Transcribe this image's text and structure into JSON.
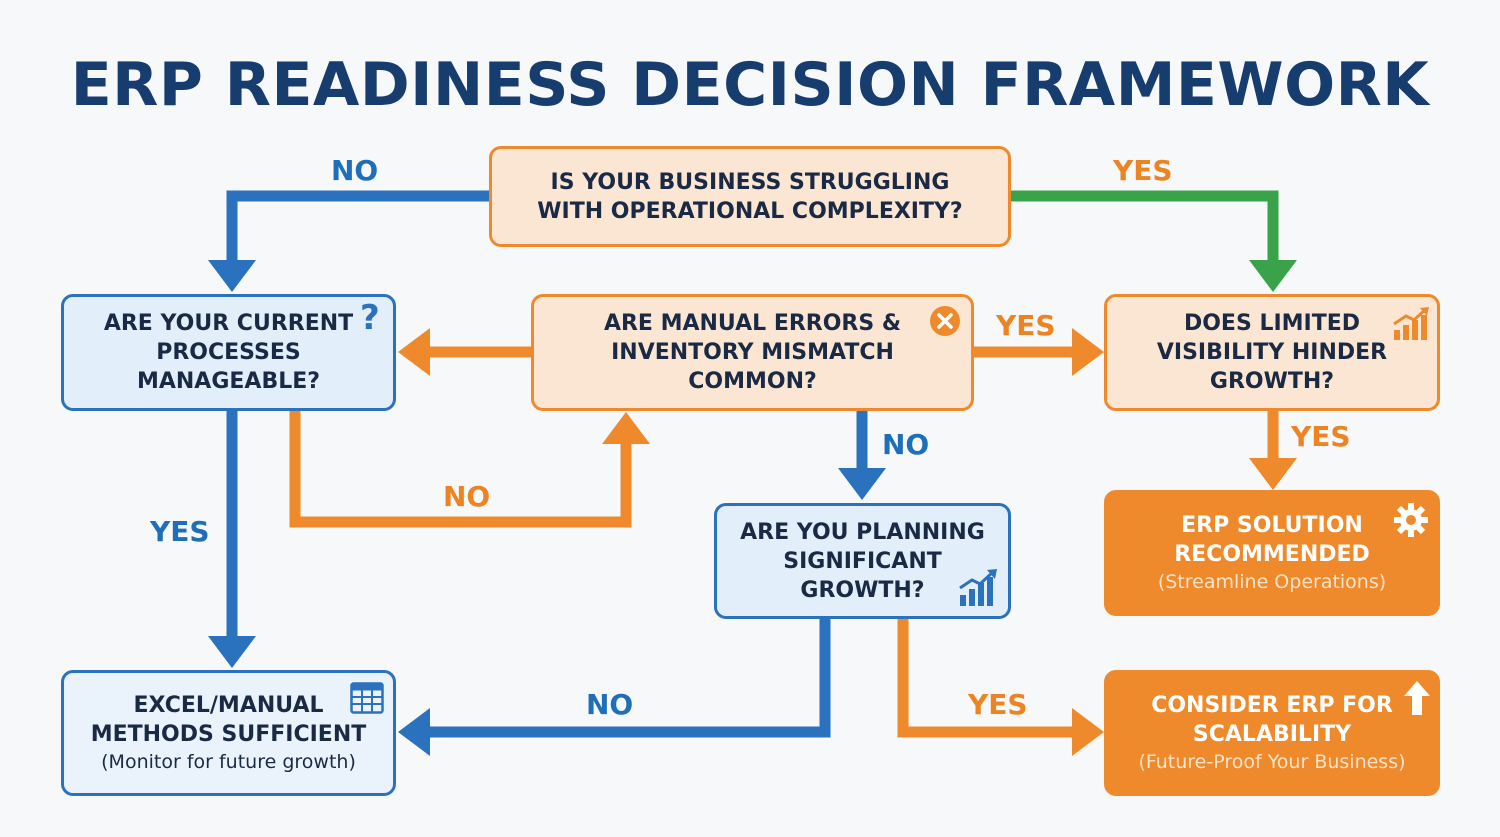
{
  "title": "ERP READINESS DECISION FRAMEWORK",
  "colors": {
    "navy_title": "#173d6e",
    "blue": "#2a72be",
    "orange": "#ee8a2c",
    "green": "#3aa34a",
    "orange_fill": "#fbe6d3",
    "blue_fill": "#e2eefa"
  },
  "nodes": {
    "q1": {
      "lines": [
        "IS YOUR BUSINESS STRUGGLING",
        "WITH OPERATIONAL COMPLEXITY?"
      ]
    },
    "q2": {
      "lines": [
        "ARE YOUR CURRENT",
        "PROCESSES",
        "MANAGEABLE?"
      ],
      "icon": "question-icon"
    },
    "q3": {
      "lines": [
        "ARE MANUAL ERRORS &",
        "INVENTORY MISMATCH",
        "COMMON?"
      ],
      "icon": "x-circle-icon"
    },
    "q4": {
      "lines": [
        "DOES LIMITED",
        "VISIBILITY HINDER",
        "GROWTH?"
      ],
      "icon": "growth-chart-icon"
    },
    "q5": {
      "lines": [
        "ARE YOU PLANNING",
        "SIGNIFICANT",
        "GROWTH?"
      ],
      "icon": "growth-chart-icon"
    },
    "out_excel": {
      "lines": [
        "EXCEL/MANUAL",
        "METHODS SUFFICIENT"
      ],
      "sub": "(Monitor for future growth)",
      "icon": "spreadsheet-icon"
    },
    "out_erp": {
      "lines": [
        "ERP SOLUTION",
        "RECOMMENDED"
      ],
      "sub": "(Streamline Operations)",
      "icon": "gear-icon"
    },
    "out_consider": {
      "lines": [
        "CONSIDER ERP FOR",
        "SCALABILITY"
      ],
      "sub": "(Future-Proof Your Business)",
      "icon": "arrow-up-icon"
    }
  },
  "edge_labels": {
    "q1_no": "NO",
    "q1_yes": "YES",
    "q3_yes": "YES",
    "q2_no": "NO",
    "q3_no": "NO",
    "q4_yes": "YES",
    "q2_yes": "YES",
    "q5_no": "NO",
    "q5_yes": "YES"
  }
}
